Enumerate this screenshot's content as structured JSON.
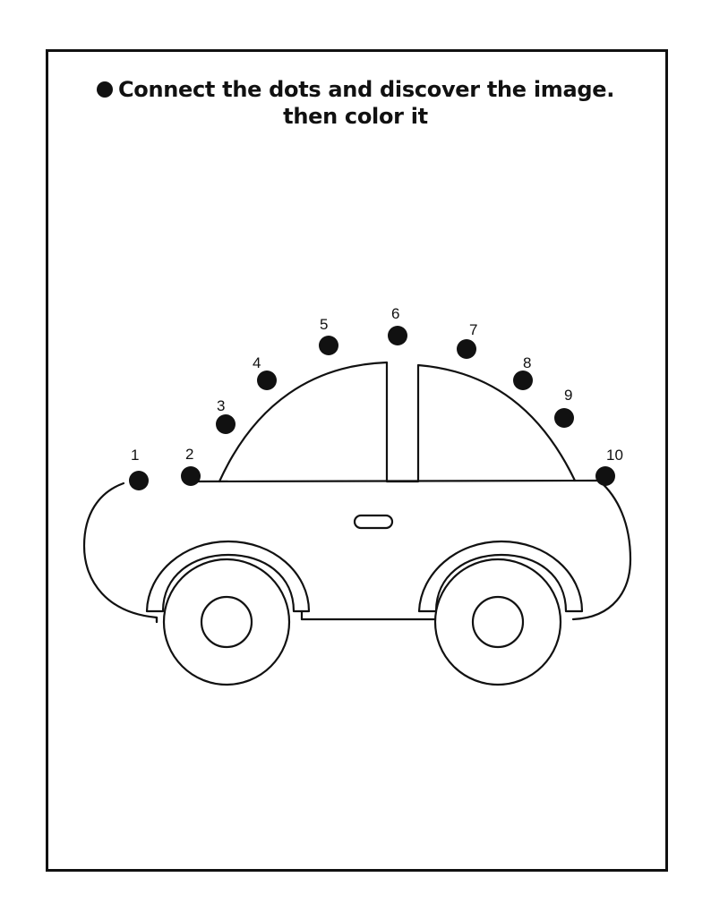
{
  "instructions": {
    "line1": "Connect the dots and discover the image.",
    "line2": "then color it"
  },
  "dots": [
    {
      "label": "1"
    },
    {
      "label": "2"
    },
    {
      "label": "3"
    },
    {
      "label": "4"
    },
    {
      "label": "5"
    },
    {
      "label": "6"
    },
    {
      "label": "7"
    },
    {
      "label": "8"
    },
    {
      "label": "9"
    },
    {
      "label": "10"
    }
  ],
  "colors": {
    "ink": "#111111",
    "paper": "#ffffff"
  }
}
